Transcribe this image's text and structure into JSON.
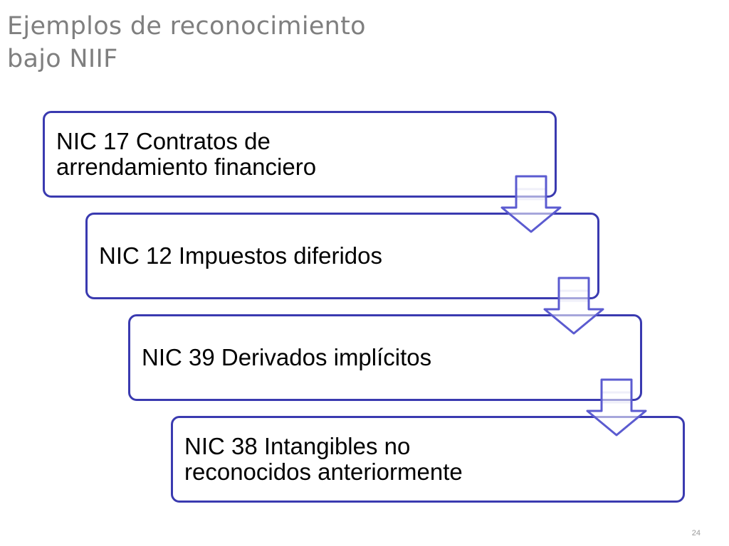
{
  "title": {
    "line1": "Ejemplos de reconocimiento",
    "line2": "bajo NIIF"
  },
  "steps": [
    {
      "label": "NIC 17 Contratos de\narrendamiento financiero"
    },
    {
      "label": "NIC 12 Impuestos diferidos"
    },
    {
      "label": "NIC 39 Derivados implícitos"
    },
    {
      "label": "NIC 38 Intangibles no\nreconocidos anteriormente"
    }
  ],
  "colors": {
    "box_border": "#3a3ab0",
    "arrow_stroke": "#5b5bd0",
    "title_text": "#7f7f7f"
  },
  "page_number": "24"
}
